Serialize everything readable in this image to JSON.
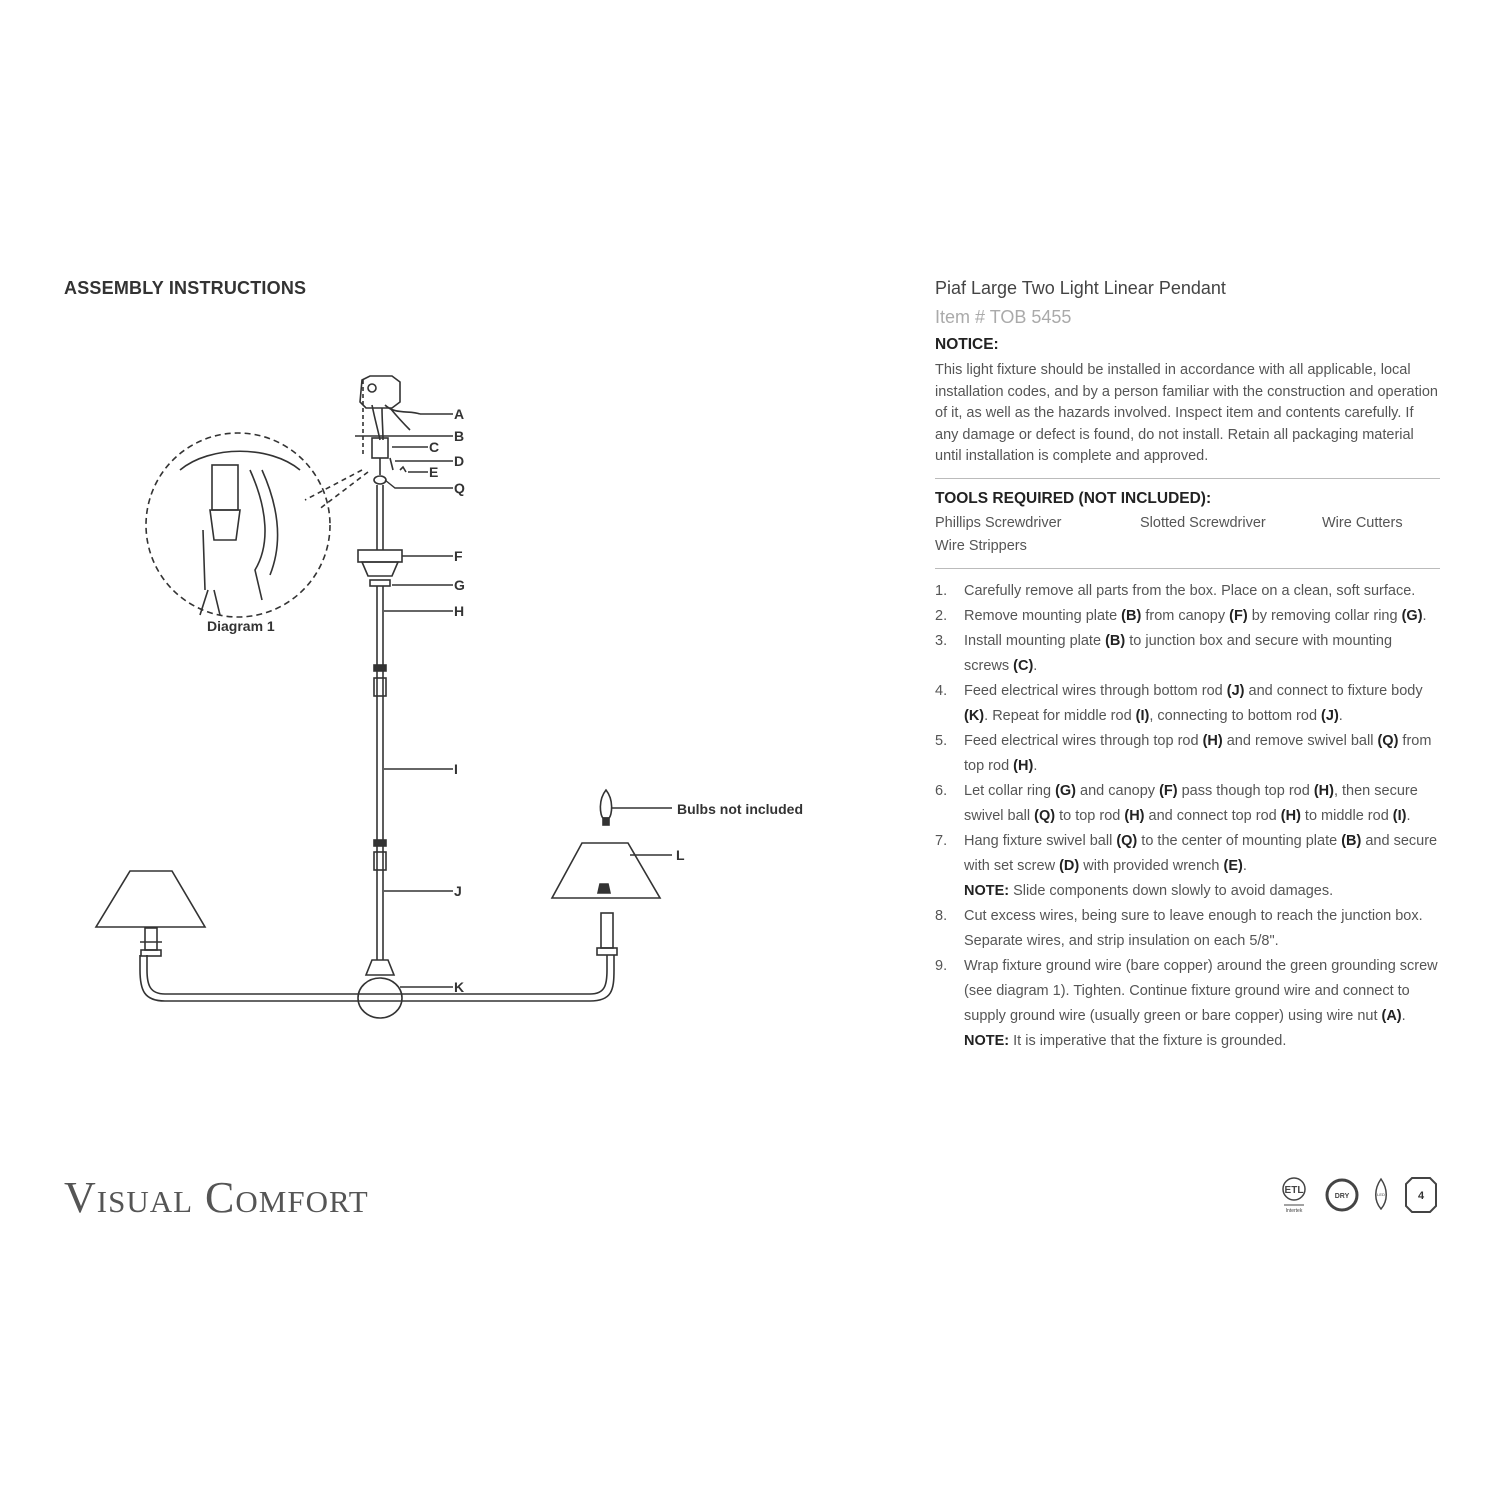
{
  "heading": "ASSEMBLY INSTRUCTIONS",
  "diagram": {
    "diagram1_label": "Diagram 1",
    "bulbs_note": "Bulbs not included",
    "part_labels": [
      "A",
      "B",
      "C",
      "D",
      "E",
      "Q",
      "F",
      "G",
      "H",
      "I",
      "J",
      "K",
      "L"
    ]
  },
  "logo": "Visual Comfort",
  "product": {
    "title": "Piaf Large Two Light Linear Pendant",
    "item": "Item # TOB 5455"
  },
  "notice": {
    "heading": "NOTICE:",
    "text": "This light fixture should be installed in accordance with all applicable, local installation codes, and by a person familiar with the construction and operation of it, as well as the hazards involved. Inspect item and contents carefully. If any damage or defect is found, do not install. Retain all packaging material until installation is complete and approved."
  },
  "tools": {
    "heading": "TOOLS REQUIRED (NOT INCLUDED):",
    "items": [
      "Phillips Screwdriver",
      "Slotted Screwdriver",
      "Wire Cutters",
      "Wire Strippers"
    ]
  },
  "steps": [
    {
      "n": "1.",
      "parts": [
        {
          "t": "Carefully remove all parts from the box. Place on a clean, soft surface."
        }
      ]
    },
    {
      "n": "2.",
      "parts": [
        {
          "t": "Remove mounting plate "
        },
        {
          "b": "(B)"
        },
        {
          "t": " from canopy "
        },
        {
          "b": "(F)"
        },
        {
          "t": " by removing collar ring "
        },
        {
          "b": "(G)"
        },
        {
          "t": "."
        }
      ]
    },
    {
      "n": "3.",
      "parts": [
        {
          "t": "Install mounting plate "
        },
        {
          "b": "(B)"
        },
        {
          "t": " to junction box and secure with mounting screws "
        },
        {
          "b": "(C)"
        },
        {
          "t": "."
        }
      ]
    },
    {
      "n": "4.",
      "parts": [
        {
          "t": "Feed electrical wires through bottom rod "
        },
        {
          "b": "(J)"
        },
        {
          "t": " and connect to fixture body "
        },
        {
          "b": "(K)"
        },
        {
          "t": ". Repeat for middle rod "
        },
        {
          "b": "(I)"
        },
        {
          "t": ", connecting to bottom rod "
        },
        {
          "b": "(J)"
        },
        {
          "t": "."
        }
      ]
    },
    {
      "n": "5.",
      "parts": [
        {
          "t": "Feed electrical wires through top rod "
        },
        {
          "b": "(H)"
        },
        {
          "t": " and remove swivel ball "
        },
        {
          "b": "(Q)"
        },
        {
          "t": " from top rod "
        },
        {
          "b": "(H)"
        },
        {
          "t": "."
        }
      ]
    },
    {
      "n": "6.",
      "parts": [
        {
          "t": "Let collar ring "
        },
        {
          "b": "(G)"
        },
        {
          "t": " and canopy "
        },
        {
          "b": "(F)"
        },
        {
          "t": " pass though top rod "
        },
        {
          "b": "(H)"
        },
        {
          "t": ", then secure swivel ball "
        },
        {
          "b": "(Q)"
        },
        {
          "t": " to top rod "
        },
        {
          "b": "(H)"
        },
        {
          "t": " and connect top rod "
        },
        {
          "b": "(H)"
        },
        {
          "t": " to middle rod "
        },
        {
          "b": "(I)"
        },
        {
          "t": "."
        }
      ]
    },
    {
      "n": "7.",
      "parts": [
        {
          "t": "Hang fixture swivel ball "
        },
        {
          "b": "(Q)"
        },
        {
          "t": " to the center of mounting plate "
        },
        {
          "b": "(B)"
        },
        {
          "t": " and secure with set screw "
        },
        {
          "b": "(D)"
        },
        {
          "t": " with provided wrench "
        },
        {
          "b": "(E)"
        },
        {
          "t": "."
        }
      ],
      "note": [
        {
          "b": "NOTE:"
        },
        {
          "t": " Slide components down slowly to avoid damages."
        }
      ]
    },
    {
      "n": "8.",
      "parts": [
        {
          "t": "Cut excess wires, being sure to leave enough to reach the junction box. Separate wires, and strip insulation on each 5/8\"."
        }
      ]
    },
    {
      "n": "9.",
      "parts": [
        {
          "t": "Wrap fixture ground wire (bare copper) around the green grounding screw (see diagram 1). Tighten. Continue fixture ground wire and connect to supply ground wire (usually green or bare copper) using wire nut "
        },
        {
          "b": "(A)"
        },
        {
          "t": "."
        }
      ],
      "note": [
        {
          "b": "NOTE:"
        },
        {
          "t": " It is imperative that the fixture is grounded."
        }
      ]
    }
  ],
  "badges": {
    "etl": "ETL",
    "etl_sub": "Intertek",
    "dry": "DRY",
    "led": "LED",
    "count": "4"
  }
}
